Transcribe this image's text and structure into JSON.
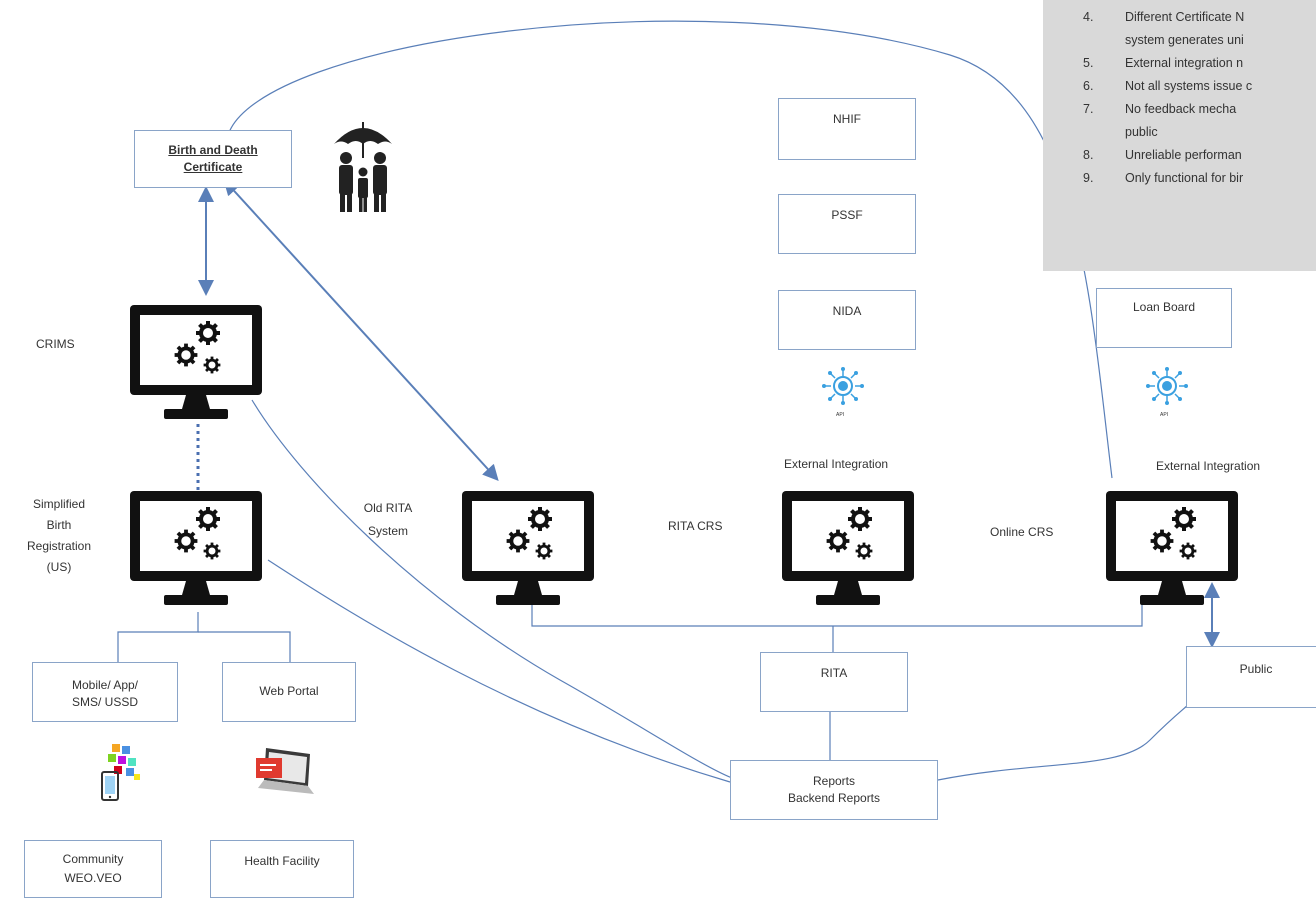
{
  "certificate": {
    "title_line1": "Birth and Death",
    "title_line2": "Certificate"
  },
  "systems": {
    "crims": "CRIMS",
    "sbr": [
      "Simplified",
      "Birth",
      "Registration",
      "(US)"
    ],
    "old_rita": [
      "Old RITA",
      "System"
    ],
    "rita_crs": "RITA CRS",
    "online_crs": "Online CRS"
  },
  "integrations": {
    "nhif": "NHIF",
    "pssf": "PSSF",
    "nida": "NIDA",
    "loan_board": "Loan Board",
    "external_left": "External Integration",
    "external_right": "External Integration",
    "api_left": "API",
    "api_right": "API"
  },
  "channels": {
    "mobile": [
      "Mobile/ App/",
      "SMS/ USSD"
    ],
    "web_portal": "Web Portal",
    "community": [
      "Community",
      "WEO.VEO"
    ],
    "health_facility": "Health Facility"
  },
  "reporting": {
    "rita": "RITA",
    "reports_line1": "Reports",
    "reports_line2": "Backend Reports",
    "public": "Public"
  },
  "challenges": [
    {
      "num": "4.",
      "line1": "Different Certificate N",
      "line2": "system generates uni"
    },
    {
      "num": "5.",
      "line1": "External integration n"
    },
    {
      "num": "6.",
      "line1": "Not all systems issue c"
    },
    {
      "num": "7.",
      "line1": "No   feedback   mecha",
      "line2": "public"
    },
    {
      "num": "8.",
      "line1": "Unreliable performan"
    },
    {
      "num": "9.",
      "line1": "Only functional for bir"
    }
  ],
  "colors": {
    "connector": "#5a7fb8",
    "box_border": "#8aa4c8",
    "panel": "#d9d9d9",
    "monitor": "#111111"
  }
}
